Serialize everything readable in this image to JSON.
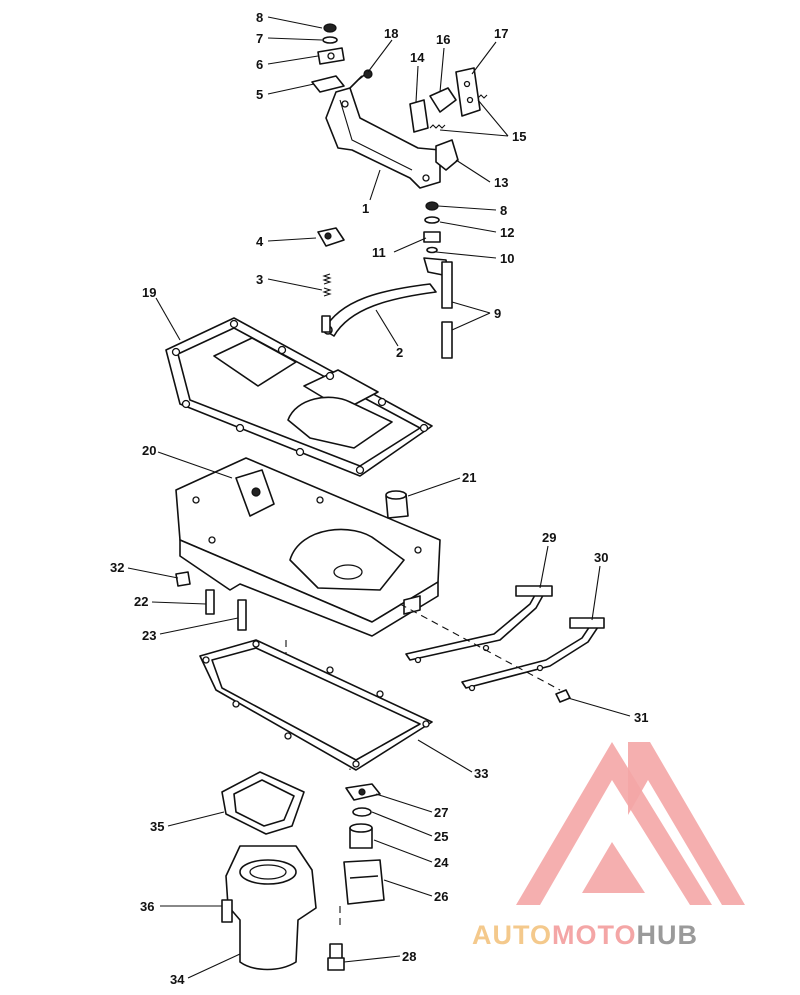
{
  "callouts": [
    "1",
    "2",
    "3",
    "4",
    "5",
    "6",
    "7",
    "8",
    "9",
    "10",
    "11",
    "12",
    "13",
    "14",
    "15",
    "16",
    "17",
    "18",
    "19",
    "20",
    "21",
    "22",
    "23",
    "24",
    "25",
    "26",
    "27",
    "28",
    "29",
    "30",
    "31",
    "32",
    "33",
    "34",
    "35",
    "36"
  ],
  "watermark": {
    "logo_part_1": "AUTO",
    "logo_part_2": "MOTO",
    "logo_part_3": "HUB",
    "color_primary": "#f4a6a6",
    "color_secondary": "#f4c98c",
    "color_tertiary": "#9a9a9a"
  }
}
